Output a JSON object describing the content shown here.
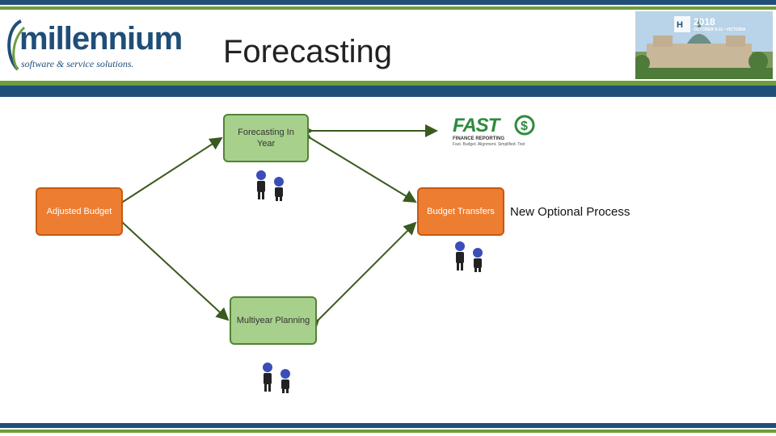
{
  "header": {
    "title": "Forecasting",
    "logo": {
      "name": "millennium",
      "tagline": "software & service solutions."
    },
    "event_badge": {
      "year": "2018",
      "dates": "OCTOBER 9-11 • VICTORIA"
    }
  },
  "diagram": {
    "nodes": {
      "forecasting_in_year": "Forecasting In Year",
      "adjusted_budget": "Adjusted Budget",
      "budget_transfers": "Budget Transfers",
      "multiyear_planning": "Multiyear Planning"
    },
    "note": "New Optional Process"
  },
  "fast_logo": {
    "word": "FAST",
    "sub1": "FINANCE REPORTING",
    "sub2": "Fast. Budget. Alignment. Simplified. Tool"
  },
  "colors": {
    "brand_navy": "#1f4e79",
    "brand_green": "#6e9d3b",
    "node_green": "#a8d08d",
    "node_orange": "#ed7d31",
    "arrow": "#3a5a1f"
  },
  "icons": [
    "people-icon",
    "people-icon",
    "people-icon"
  ]
}
